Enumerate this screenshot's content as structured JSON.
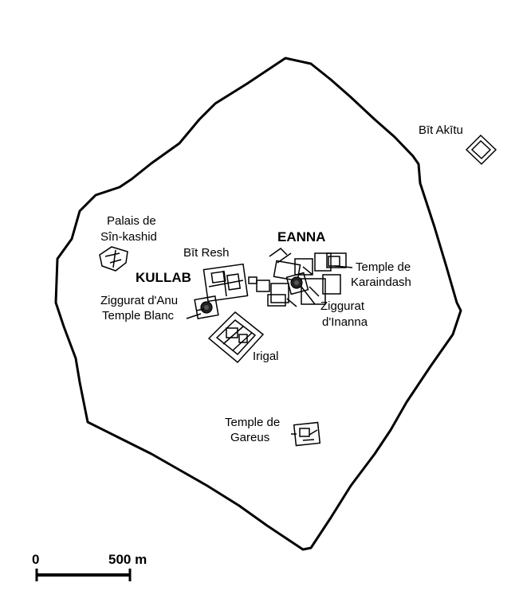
{
  "map": {
    "regions": {
      "eanna": "EANNA",
      "kullab": "KULLAB"
    },
    "labels": {
      "bit_akitu": "Bīt Akītu",
      "palais_line1": "Palais de",
      "palais_line2": "Sîn-kashid",
      "bit_resh": "Bīt Resh",
      "temple_karaindash_line1": "Temple de",
      "temple_karaindash_line2": "Karaindash",
      "ziggurat_anu": "Ziggurat d'Anu",
      "temple_blanc": "Temple Blanc",
      "ziggurat_inanna_line1": "Ziggurat",
      "ziggurat_inanna_line2": "d'Inanna",
      "irigal": "Irigal",
      "temple_gareus_line1": "Temple de",
      "temple_gareus_line2": "Gareus"
    },
    "scale": {
      "start": "0",
      "end": "500 m"
    },
    "colors": {
      "ink": "#000000",
      "paper": "#ffffff"
    }
  }
}
